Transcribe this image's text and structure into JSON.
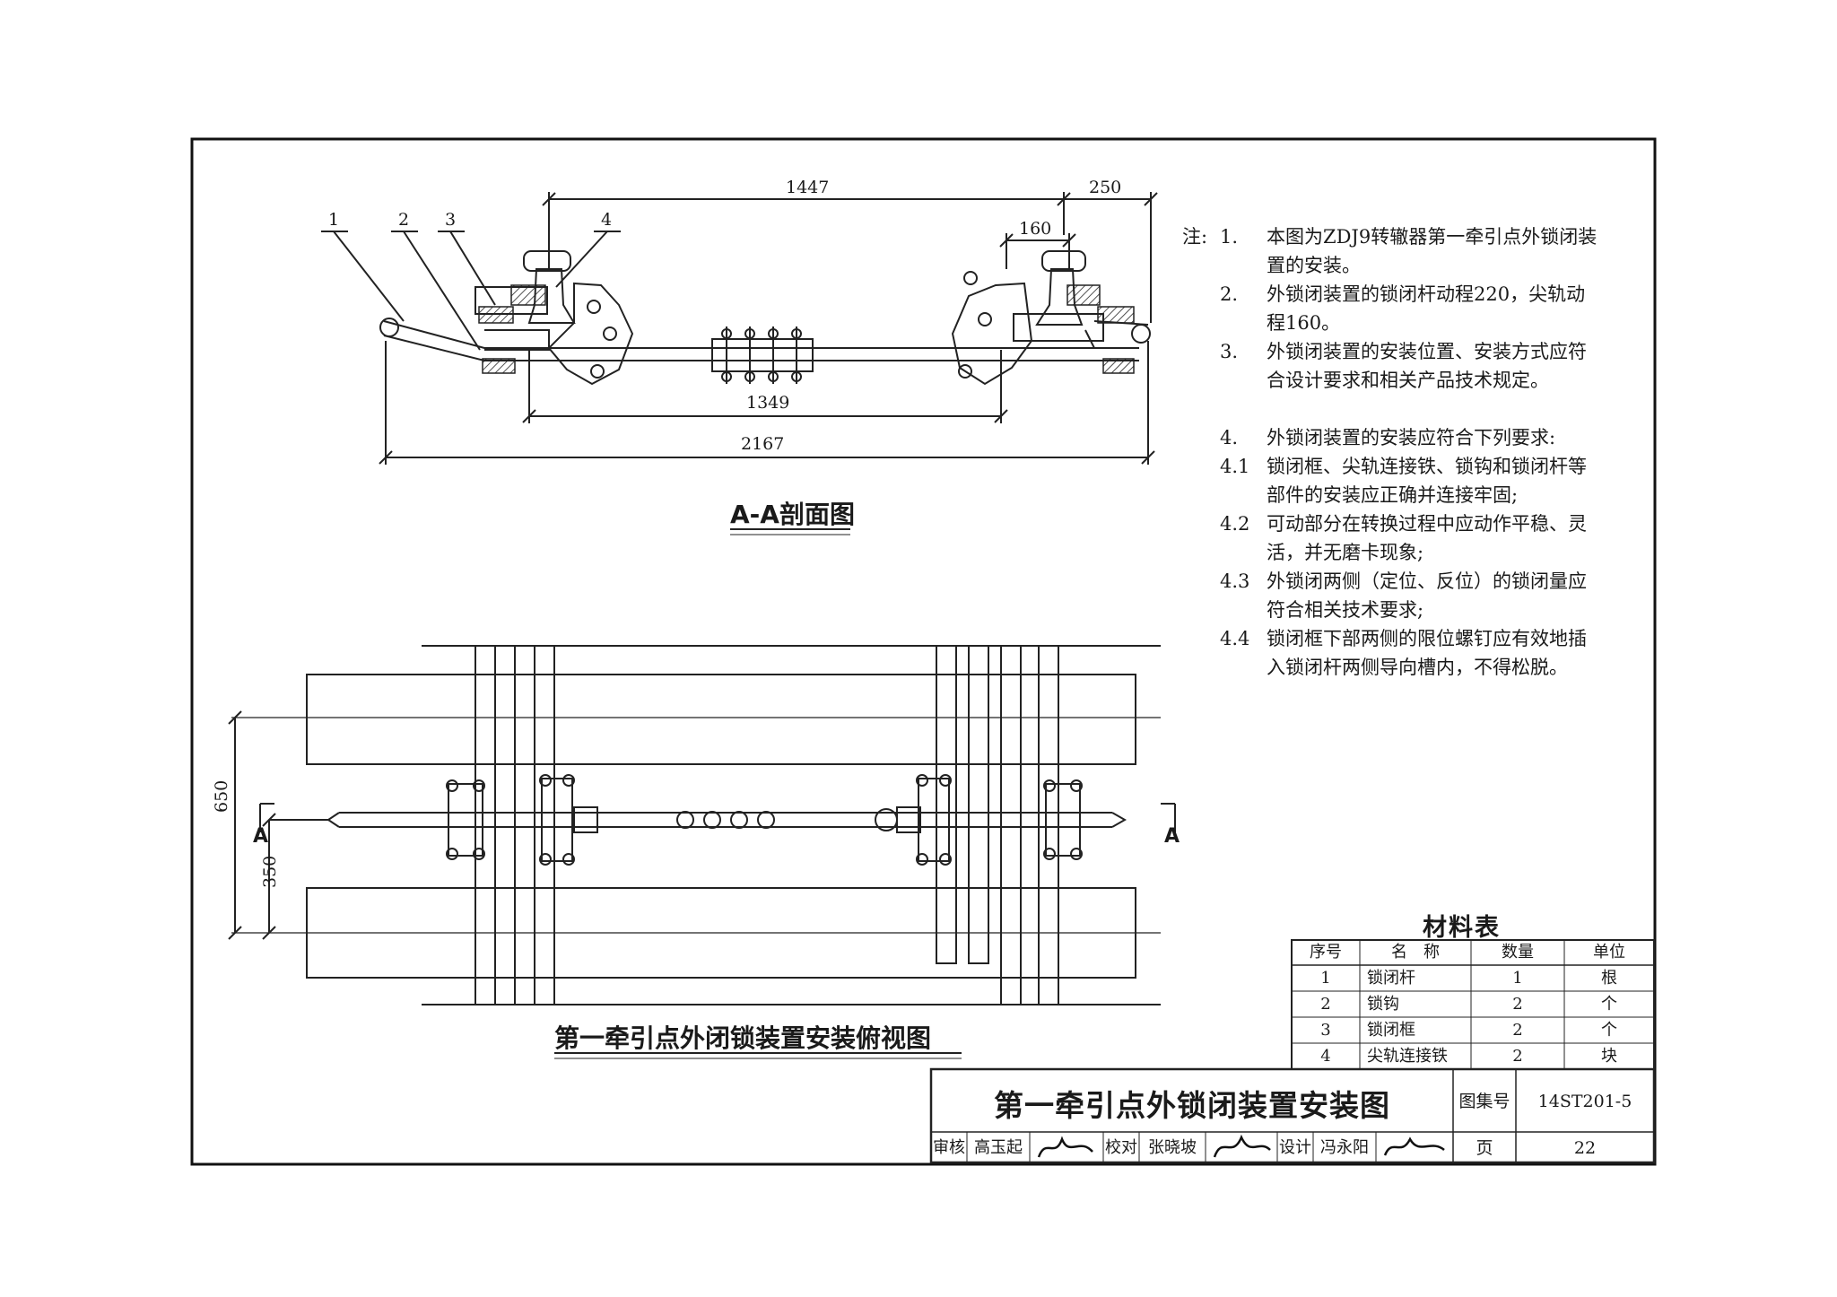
{
  "section_view": {
    "title": "A-A剖面图",
    "dim_top": "1447",
    "dim_right_top": "250",
    "dim_inner": "160",
    "dim_mid": "1349",
    "dim_overall": "2167",
    "callouts": [
      "1",
      "2",
      "3",
      "4"
    ]
  },
  "plan_view": {
    "title": "第一牵引点外闭锁装置安装俯视图",
    "dim_outer": "650",
    "dim_inner": "350",
    "section_mark_left": "A",
    "section_mark_right": "A"
  },
  "notes": {
    "heading": "注:",
    "items": [
      {
        "num": "1.",
        "text": "本图为ZDJ9转辙器第一牵引点外锁闭装置的安装。"
      },
      {
        "num": "2.",
        "text": "外锁闭装置的锁闭杆动程220，尖轨动程160。"
      },
      {
        "num": "3.",
        "text": "外锁闭装置的安装位置、安装方式应符合设计要求和相关产品技术规定。"
      },
      {
        "num": "4.",
        "text": "外锁闭装置的安装应符合下列要求:"
      },
      {
        "num": "4.1",
        "text": "锁闭框、尖轨连接铁、锁钩和锁闭杆等部件的安装应正确并连接牢固;"
      },
      {
        "num": "4.2",
        "text": "可动部分在转换过程中应动作平稳、灵活，并无磨卡现象;"
      },
      {
        "num": "4.3",
        "text": "外锁闭两侧（定位、反位）的锁闭量应符合相关技术要求;"
      },
      {
        "num": "4.4",
        "text": "锁闭框下部两侧的限位螺钉应有效地插入锁闭杆两侧导向槽内，不得松脱。"
      }
    ]
  },
  "materials_table": {
    "title": "材料表",
    "headers": [
      "序号",
      "名　称",
      "数量",
      "单位"
    ],
    "rows": [
      [
        "1",
        "锁闭杆",
        "1",
        "根"
      ],
      [
        "2",
        "锁钩",
        "2",
        "个"
      ],
      [
        "3",
        "锁闭框",
        "2",
        "个"
      ],
      [
        "4",
        "尖轨连接铁",
        "2",
        "块"
      ]
    ]
  },
  "title_block": {
    "drawing_title": "第一牵引点外锁闭装置安装图",
    "atlas_label": "图集号",
    "atlas_no": "14ST201-5",
    "page_label": "页",
    "page_no": "22",
    "review_label": "审核",
    "reviewer": "高玉起",
    "check_label": "校对",
    "checker": "张晓坡",
    "design_label": "设计",
    "designer": "冯永阳"
  }
}
